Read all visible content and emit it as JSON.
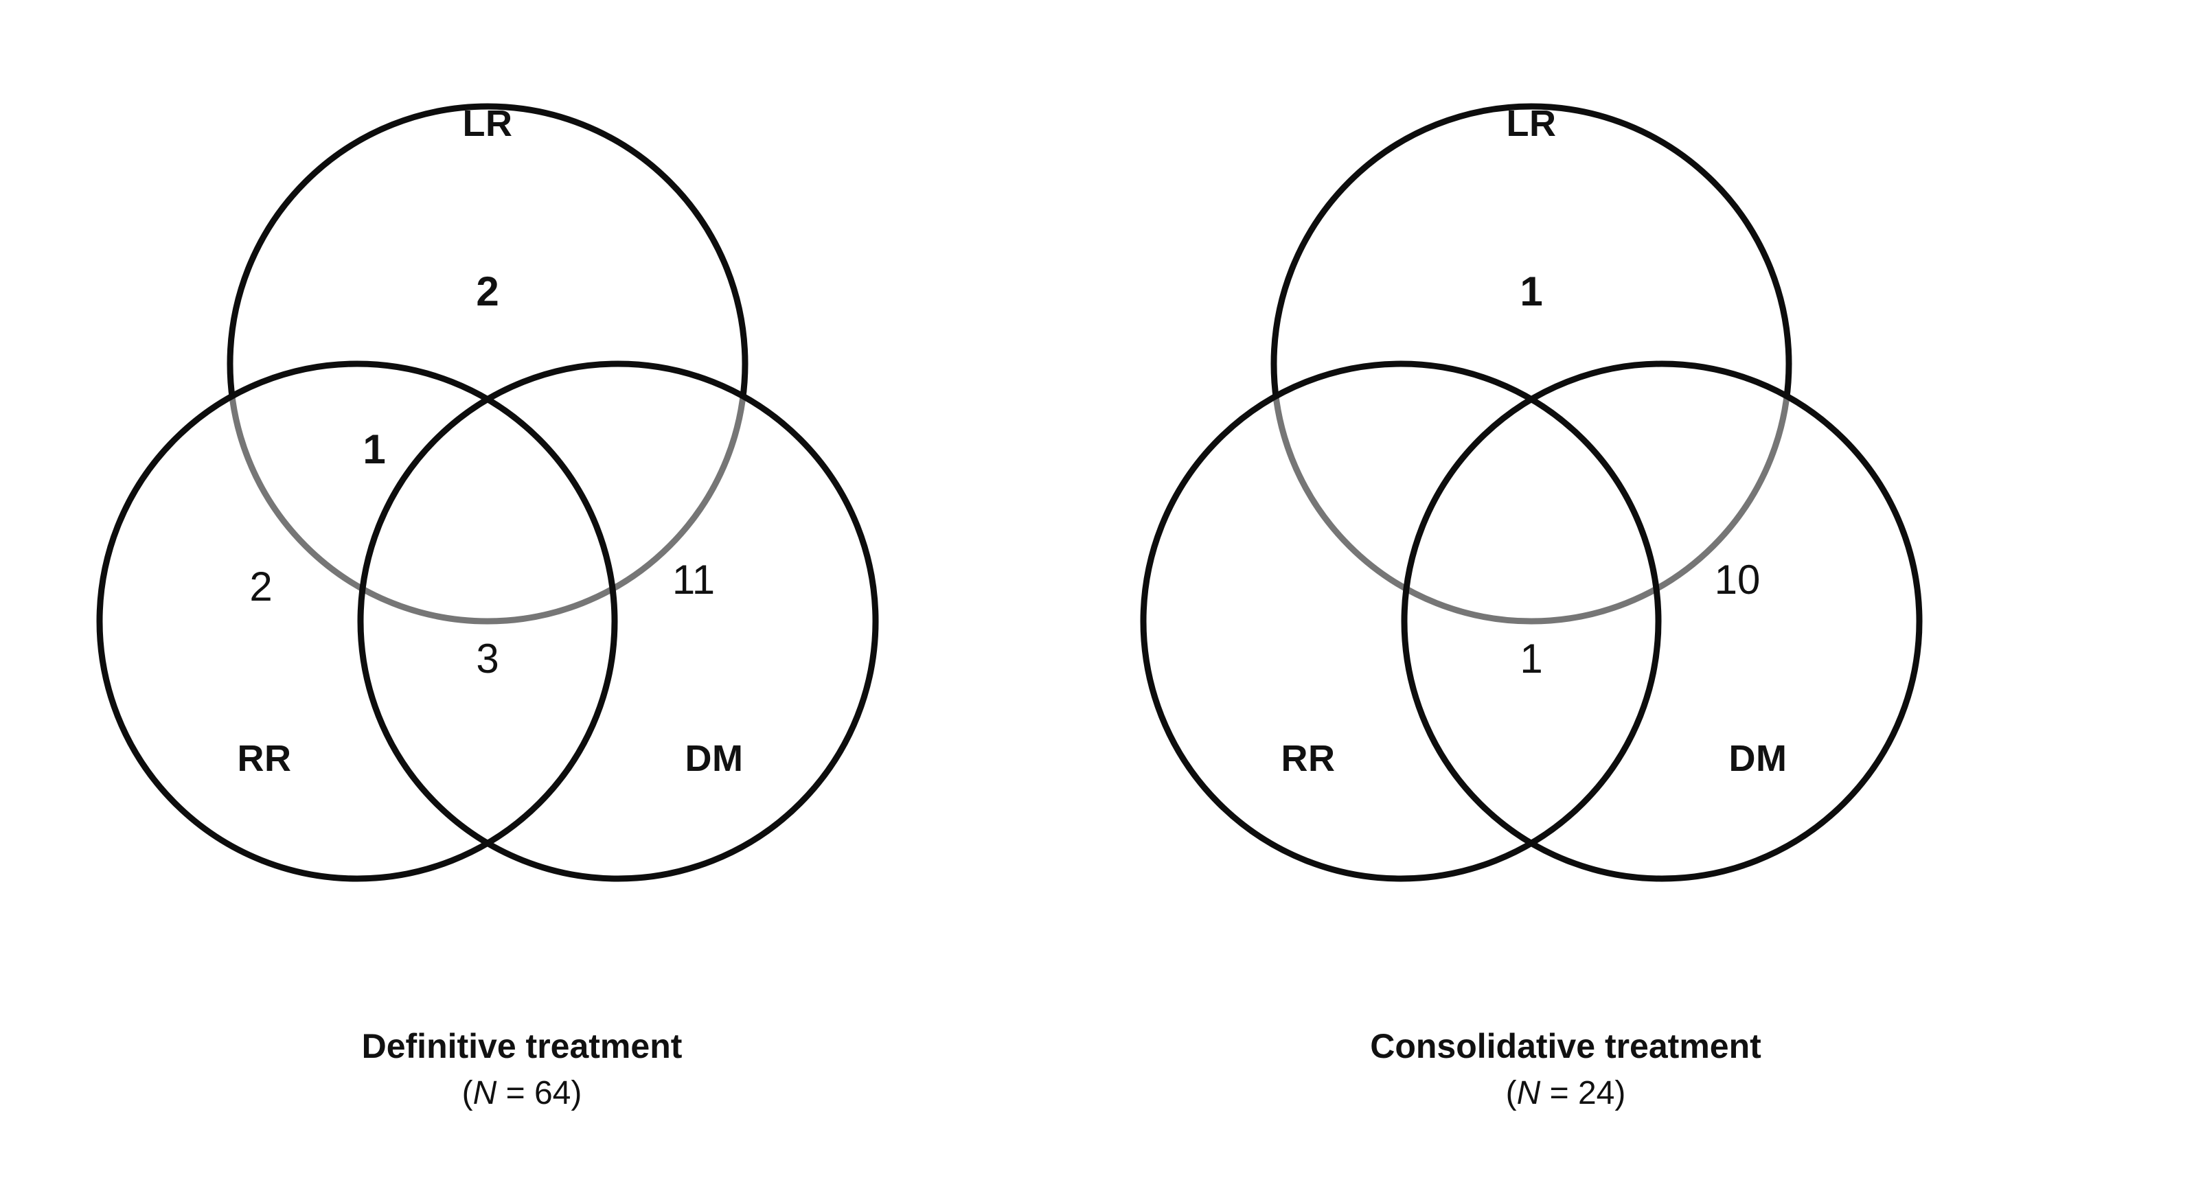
{
  "figure": {
    "background_color": "#ffffff",
    "stroke_color_front": "#0d0d0d",
    "stroke_color_behind": "#767676",
    "text_color": "#111111"
  },
  "chart_data": {
    "type": "venn",
    "title": "",
    "sets": [
      "LR",
      "RR",
      "DM"
    ],
    "set_labels": {
      "LR": "LR",
      "RR": "RR",
      "DM": "DM"
    },
    "panels": [
      {
        "id": "definitive",
        "caption_title": "Definitive treatment",
        "caption_n_prefix": "(",
        "caption_n_symbol": "N",
        "caption_n_equals": " = ",
        "caption_n_value": "64",
        "caption_n_suffix": ")",
        "total": 64,
        "labels": {
          "LR_name": "LR",
          "RR_name": "RR",
          "DM_name": "DM",
          "LR_only": "2",
          "LR_RR": "1",
          "RR_only": "2",
          "RR_DM": "3",
          "DM_only": "11",
          "LR_DM": "",
          "LR_RR_DM": ""
        },
        "regions": [
          {
            "region": "LR only",
            "value": 2,
            "bold": true
          },
          {
            "region": "LR ∩ RR",
            "value": 1,
            "bold": true
          },
          {
            "region": "RR only",
            "value": 2,
            "bold": false
          },
          {
            "region": "RR ∩ DM",
            "value": 3,
            "bold": false
          },
          {
            "region": "DM only",
            "value": 11,
            "bold": false
          },
          {
            "region": "LR ∩ DM",
            "value": null,
            "bold": false
          },
          {
            "region": "LR ∩ RR ∩ DM",
            "value": null,
            "bold": false
          }
        ]
      },
      {
        "id": "consolidative",
        "caption_title": "Consolidative treatment",
        "caption_n_prefix": "(",
        "caption_n_symbol": "N",
        "caption_n_equals": " = ",
        "caption_n_value": "24",
        "caption_n_suffix": ")",
        "total": 24,
        "labels": {
          "LR_name": "LR",
          "RR_name": "RR",
          "DM_name": "DM",
          "LR_only": "1",
          "LR_RR": "",
          "RR_only": "",
          "RR_DM": "1",
          "DM_only": "10",
          "LR_DM": "",
          "LR_RR_DM": ""
        },
        "regions": [
          {
            "region": "LR only",
            "value": 1,
            "bold": true
          },
          {
            "region": "LR ∩ RR",
            "value": null,
            "bold": false
          },
          {
            "region": "RR only",
            "value": null,
            "bold": false
          },
          {
            "region": "RR ∩ DM",
            "value": 1,
            "bold": false
          },
          {
            "region": "DM only",
            "value": 10,
            "bold": false
          },
          {
            "region": "LR ∩ DM",
            "value": null,
            "bold": false
          },
          {
            "region": "LR ∩ RR ∩ DM",
            "value": null,
            "bold": false
          }
        ]
      }
    ]
  }
}
